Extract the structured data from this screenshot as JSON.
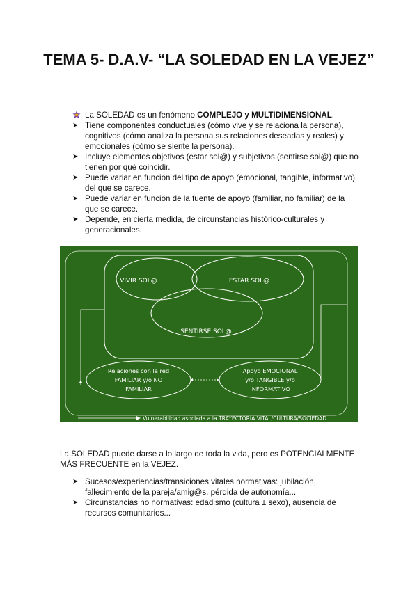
{
  "title": "TEMA 5- D.A.V- “LA SOLEDAD EN LA VEJEZ”",
  "list1": [
    {
      "pre": "La SOLEDAD es un fenómeno ",
      "bold": "COMPLEJO y MULTIDIMENSIONAL",
      "post": ".",
      "marker": "star-bullet-icon"
    },
    {
      "text": "Tiene componentes conductuales (cómo vive y se relaciona la persona), cognitivos (cómo analiza la persona sus relaciones deseadas y reales) y emocionales (cómo se siente la persona).",
      "marker": "arrow-bullet-icon"
    },
    {
      "text": "Incluye elementos objetivos (estar sol@) y subjetivos (sentirse sol@) que no tienen por qué coincidir.",
      "marker": "arrow-bullet-icon"
    },
    {
      "text": "Puede variar en función del tipo de apoyo (emocional, tangible, informativo) del que se carece.",
      "marker": "arrow-bullet-icon"
    },
    {
      "text": "Puede variar en función de la fuente de apoyo (familiar, no familiar) de la que se carece.",
      "marker": "arrow-bullet-icon"
    },
    {
      "text": "Depende, en cierta medida, de circunstancias histórico-culturales y generacionales.",
      "marker": "arrow-bullet-icon"
    }
  ],
  "diagram": {
    "vivir": "VIVIR SOL@",
    "estar": "ESTAR SOL@",
    "sentirse": "SENTIRSE SOL@",
    "relaciones": [
      "Relaciones con la red",
      "FAMILIAR y/o NO",
      "FAMILIAR"
    ],
    "apoyo": [
      "Apoyo EMOCIONAL",
      "y/o TANGIBLE y/o",
      "INFORMATIVO"
    ],
    "vulnerabilidad": "Vulnerabilidad asociada a la TRAYECTORIA VITAL/CULTURA/SOCIEDAD",
    "colors": {
      "background": "#2c6a1b",
      "line": "#ffffff"
    }
  },
  "paragraph": "La SOLEDAD puede darse a lo largo de toda la vida, pero es POTENCIALMENTE MÁS FRECUENTE en la VEJEZ.",
  "list2": [
    {
      "text": "Sucesos/experiencias/transiciones vitales normativas: jubilación, fallecimiento de la pareja/amig@s, pérdida de autonomía...",
      "marker": "arrow-bullet-icon"
    },
    {
      "text": "Circunstancias no normativas: edadismo (cultura ± sexo), ausencia de recursos comunitarios...",
      "marker": "arrow-bullet-icon"
    }
  ]
}
